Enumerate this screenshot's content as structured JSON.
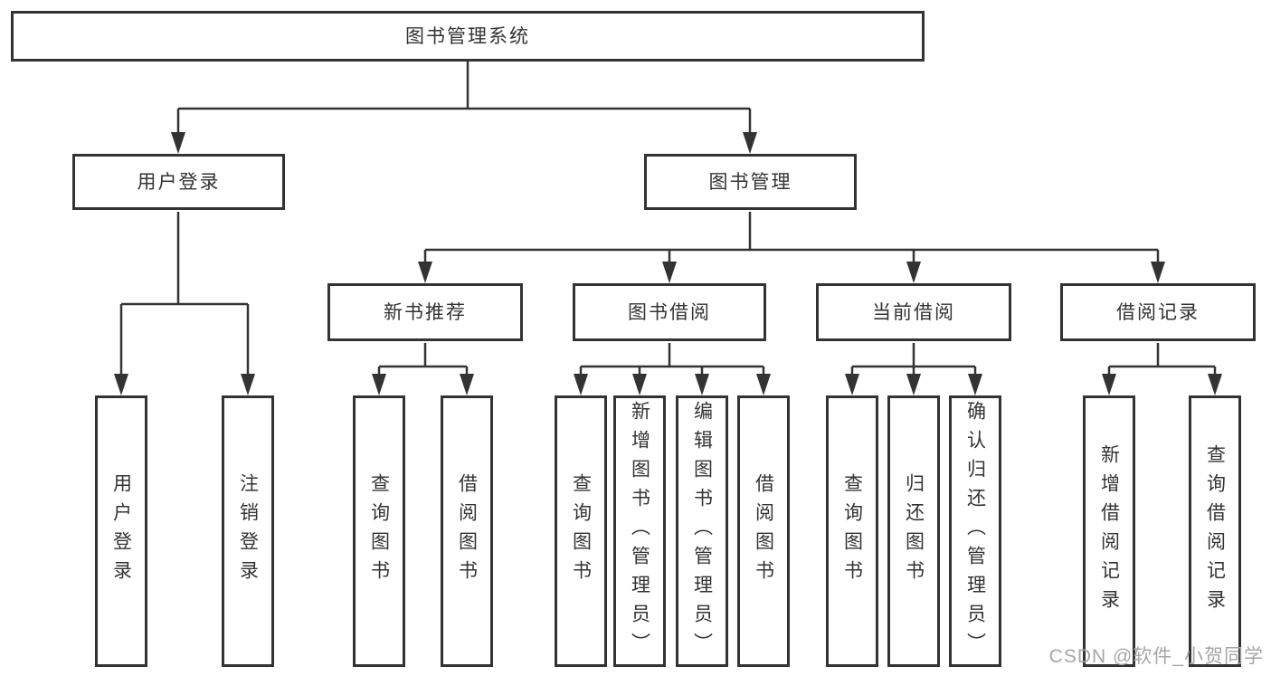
{
  "tree": {
    "root": {
      "label": "图书管理系统",
      "children": [
        {
          "label": "用户登录",
          "children": [
            {
              "label": "用户登录"
            },
            {
              "label": "注销登录"
            }
          ]
        },
        {
          "label": "图书管理",
          "children": [
            {
              "label": "新书推荐",
              "children": [
                {
                  "label": "查询图书"
                },
                {
                  "label": "借阅图书"
                }
              ]
            },
            {
              "label": "图书借阅",
              "children": [
                {
                  "label": "查询图书"
                },
                {
                  "label": "新增图书（管理员）"
                },
                {
                  "label": "编辑图书（管理员）"
                },
                {
                  "label": "借阅图书"
                }
              ]
            },
            {
              "label": "当前借阅",
              "children": [
                {
                  "label": "查询图书"
                },
                {
                  "label": "归还图书"
                },
                {
                  "label": "确认归还（管理员）"
                }
              ]
            },
            {
              "label": "借阅记录",
              "children": [
                {
                  "label": "新增借阅记录"
                },
                {
                  "label": "查询借阅记录"
                }
              ]
            }
          ]
        }
      ]
    }
  },
  "watermark": {
    "text": "CSDN @软件_小贺同学"
  },
  "style": {
    "line_color": "#333333",
    "text_color": "#333333",
    "background": "#ffffff",
    "watermark_color": "#a6a6a6"
  }
}
